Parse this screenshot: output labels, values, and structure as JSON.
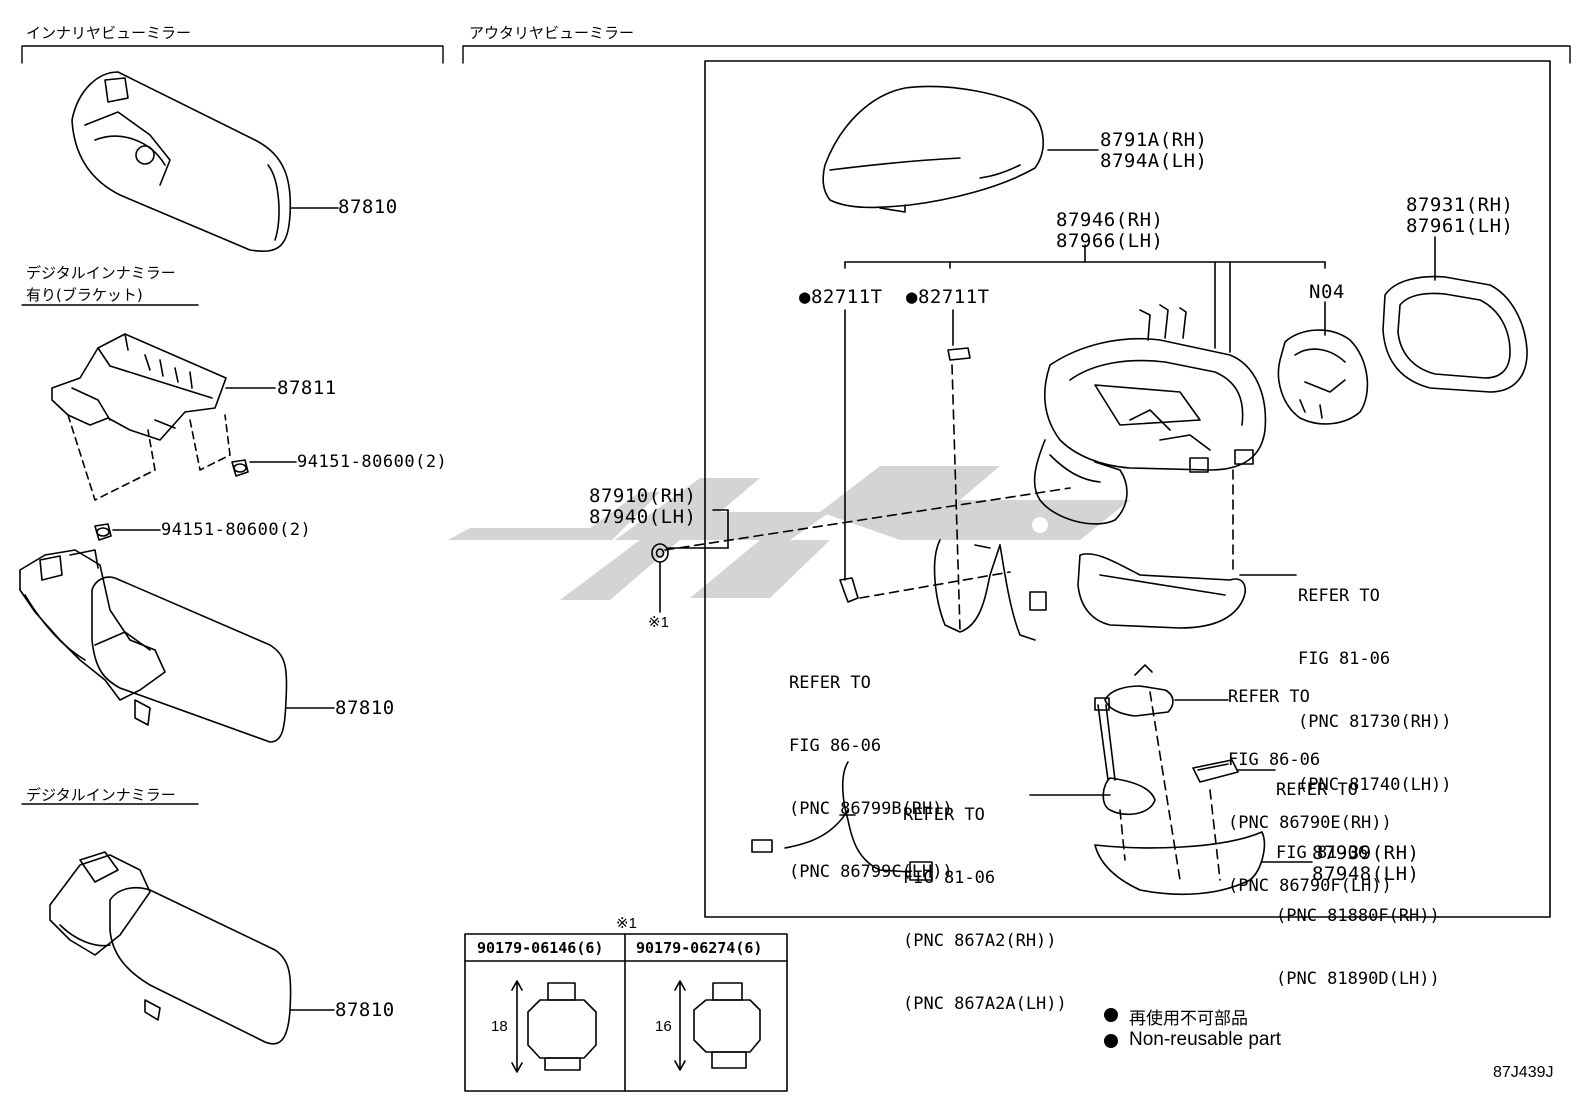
{
  "sections": {
    "inner_mirror": "インナリヤビューミラー",
    "outer_mirror": "アウタリヤビューミラー",
    "digital_with_bracket_line1": "デジタルインナミラー",
    "digital_with_bracket_line2": "有り(ブラケット)",
    "digital_inner": "デジタルインナミラー"
  },
  "parts": {
    "p87810_a": "87810",
    "p87811": "87811",
    "p94151_a": "94151-80600(2)",
    "p94151_b": "94151-80600(2)",
    "p87810_b": "87810",
    "p87810_c": "87810",
    "p8791A": "8791A(RH)",
    "p8794A": "8794A(LH)",
    "p87946": "87946(RH)",
    "p87966": "87966(LH)",
    "p87931": "87931(RH)",
    "p87961": "87961(LH)",
    "p82711_a": "●82711T",
    "p82711_b": "●82711T",
    "pN04": "N04",
    "p87910": "87910(RH)",
    "p87940": "87940(LH)",
    "note1": "※1",
    "p87939": "87939(RH)",
    "p87948": "87948(LH)"
  },
  "refs": {
    "ref_81730": [
      "REFER TO",
      "FIG 81-06",
      "(PNC 81730(RH))",
      "(PNC 81740(LH))"
    ],
    "ref_86799": [
      "REFER TO",
      "FIG 86-06",
      "(PNC 86799B(RH))",
      "(PNC 86799C(LH))"
    ],
    "ref_86790": [
      "REFER TO",
      "FIG 86-06",
      "(PNC 86790E(RH))",
      "(PNC 86790F(LH))"
    ],
    "ref_81880": [
      "REFER TO",
      "FIG 81-06",
      "(PNC 81880F(RH))",
      "(PNC 81890D(LH))"
    ],
    "ref_867A2": [
      "REFER TO",
      "FIG 81-06",
      "(PNC 867A2(RH))",
      "(PNC 867A2A(LH))"
    ]
  },
  "table": {
    "note": "※1",
    "col1_header": "90179-06146(6)",
    "col2_header": "90179-06274(6)",
    "col1_dim": "18",
    "col2_dim": "16"
  },
  "legend": {
    "jp": "再使用不可部品",
    "en": "Non-reusable part"
  },
  "diagram_code": "87J439J"
}
